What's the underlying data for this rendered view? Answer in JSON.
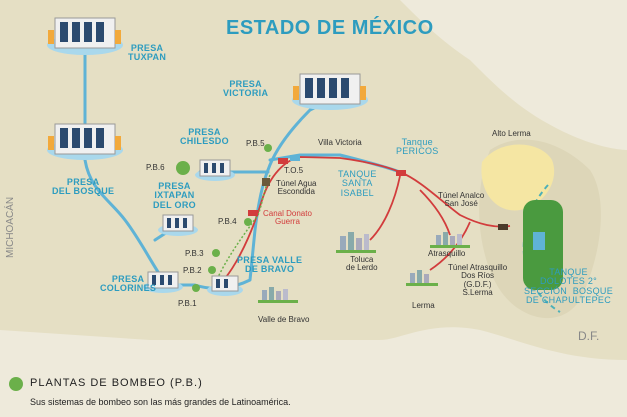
{
  "title": "ESTADO DE MÉXICO",
  "presas": {
    "tuxpan": "PRESA\nTUXPAN",
    "victoria": "PRESA\nVICTORIA",
    "chilesdo": "PRESA\nCHILESDO",
    "del_bosque": "PRESA\nDEL BOSQUE",
    "ixtapan": "PRESA\nIXTAPAN\nDEL ORO",
    "colorines": "PRESA\nCOLORINES",
    "valle_bravo": "PRESA VALLE\nDE BRAVO"
  },
  "pumps": {
    "pb1": "P.B.1",
    "pb2": "P.B.2",
    "pb3": "P.B.3",
    "pb4": "P.B.4",
    "pb5": "P.B.5",
    "pb6": "P.B.6"
  },
  "structures": {
    "to5": "T.O.5",
    "tunel_agua": "Túnel Agua\nEscondida",
    "canal_donato": "Canal Donato\nGuerra",
    "villa_victoria": "Villa Victoria",
    "tanque_pericos": "Tanque\nPERICOS",
    "tanque_santa": "TANQUE\nSANTA\nISABEL",
    "tunel_analco": "Túnel Analco\nSan José",
    "tunel_atrasquillo": "Túnel Atrasquillo\nDos Ríos\n(G.D.F.)\nS.Lerma",
    "tanque_dolores": "TANQUE\nDOLOTES 2°\nSECCIÓN  BOSQUE\nDE CHAPULTEPEC"
  },
  "places": {
    "alto_lerma": "Alto Lerma",
    "toluca": "Toluca\nde Lerdo",
    "atrasquillo": "Atrasquillo",
    "lerma": "Lerma",
    "valle_bravo_town": "Valle de Bravo",
    "michoacan": "MICHOACÁN",
    "df": "D.F."
  },
  "legend": {
    "title": "PLANTAS DE BOMBEO (P.B.)",
    "subtitle": "Sus sistemas de bombeo son las más grandes de Latinoamérica."
  },
  "colors": {
    "water": "#5fb3d6",
    "teal": "#2d9cbf",
    "red": "#d23c3c",
    "green": "#6bb04a",
    "land": "#eeeadb",
    "region": "#e3dcc0"
  }
}
